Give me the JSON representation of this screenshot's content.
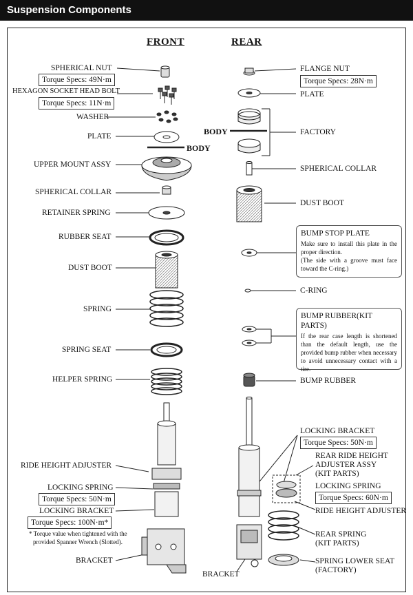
{
  "header": {
    "title": "Suspension Components"
  },
  "front": {
    "title": "FRONT",
    "spherical_nut": "SPHERICAL NUT",
    "spherical_nut_torque": "Torque Specs: 49N·m",
    "hex_bolt": "HEXAGON SOCKET HEAD BOLT",
    "hex_bolt_torque": "Torque Specs: 11N·m",
    "washer": "WASHER",
    "plate": "PLATE",
    "body": "BODY",
    "upper_mount": "UPPER MOUNT ASSY",
    "spherical_collar": "SPHERICAL COLLAR",
    "retainer_spring": "RETAINER SPRING",
    "rubber_seat": "RUBBER SEAT",
    "dust_boot": "DUST BOOT",
    "spring": "SPRING",
    "spring_seat": "SPRING SEAT",
    "helper_spring": "HELPER SPRING",
    "ride_height_adjuster": "RIDE HEIGHT ADJUSTER",
    "locking_spring": "LOCKING SPRING",
    "locking_spring_torque": "Torque Specs: 50N·m",
    "locking_bracket": "LOCKING BRACKET",
    "locking_bracket_torque": "Torque Specs: 100N·m*",
    "footnote_1": "* Torque value when tightened with the",
    "footnote_2": "provided Spanner Wrench (Slotted).",
    "bracket": "BRACKET"
  },
  "rear": {
    "title": "REAR",
    "flange_nut": "FLANGE NUT",
    "flange_nut_torque": "Torque Specs: 28N·m",
    "plate": "PLATE",
    "body": "BODY",
    "factory": "FACTORY",
    "spherical_collar": "SPHERICAL COLLAR",
    "dust_boot": "DUST BOOT",
    "bump_stop_plate_title": "BUMP STOP PLATE",
    "bump_stop_plate_text_1": "Make sure to install this plate in the proper direction.",
    "bump_stop_plate_text_2": "(The side with a groove must face toward the C-ring.)",
    "c_ring": "C-RING",
    "bump_rubber_kit_title": "BUMP RUBBER(KIT PARTS)",
    "bump_rubber_kit_text": "If the rear case length is shortened than the default length, use the provided bump rubber when necessary to avoid unnecessary contact with a tire.",
    "bump_rubber": "BUMP RUBBER",
    "locking_bracket": "LOCKING BRACKET",
    "locking_bracket_torque": "Torque Specs: 50N·m",
    "rear_ride_height_1": "REAR RIDE HEIGHT",
    "rear_ride_height_2": "ADJUSTER ASSY",
    "rear_ride_height_3": "(KIT PARTS)",
    "locking_spring": "LOCKING SPRING",
    "locking_spring_torque": "Torque Specs: 60N·m",
    "ride_height_adjuster": "RIDE HEIGHT ADJUSTER",
    "rear_spring_1": "REAR SPRING",
    "rear_spring_2": "(KIT PARTS)",
    "spring_lower_seat_1": "SPRING LOWER SEAT",
    "spring_lower_seat_2": "(FACTORY)",
    "bracket": "BRACKET"
  }
}
